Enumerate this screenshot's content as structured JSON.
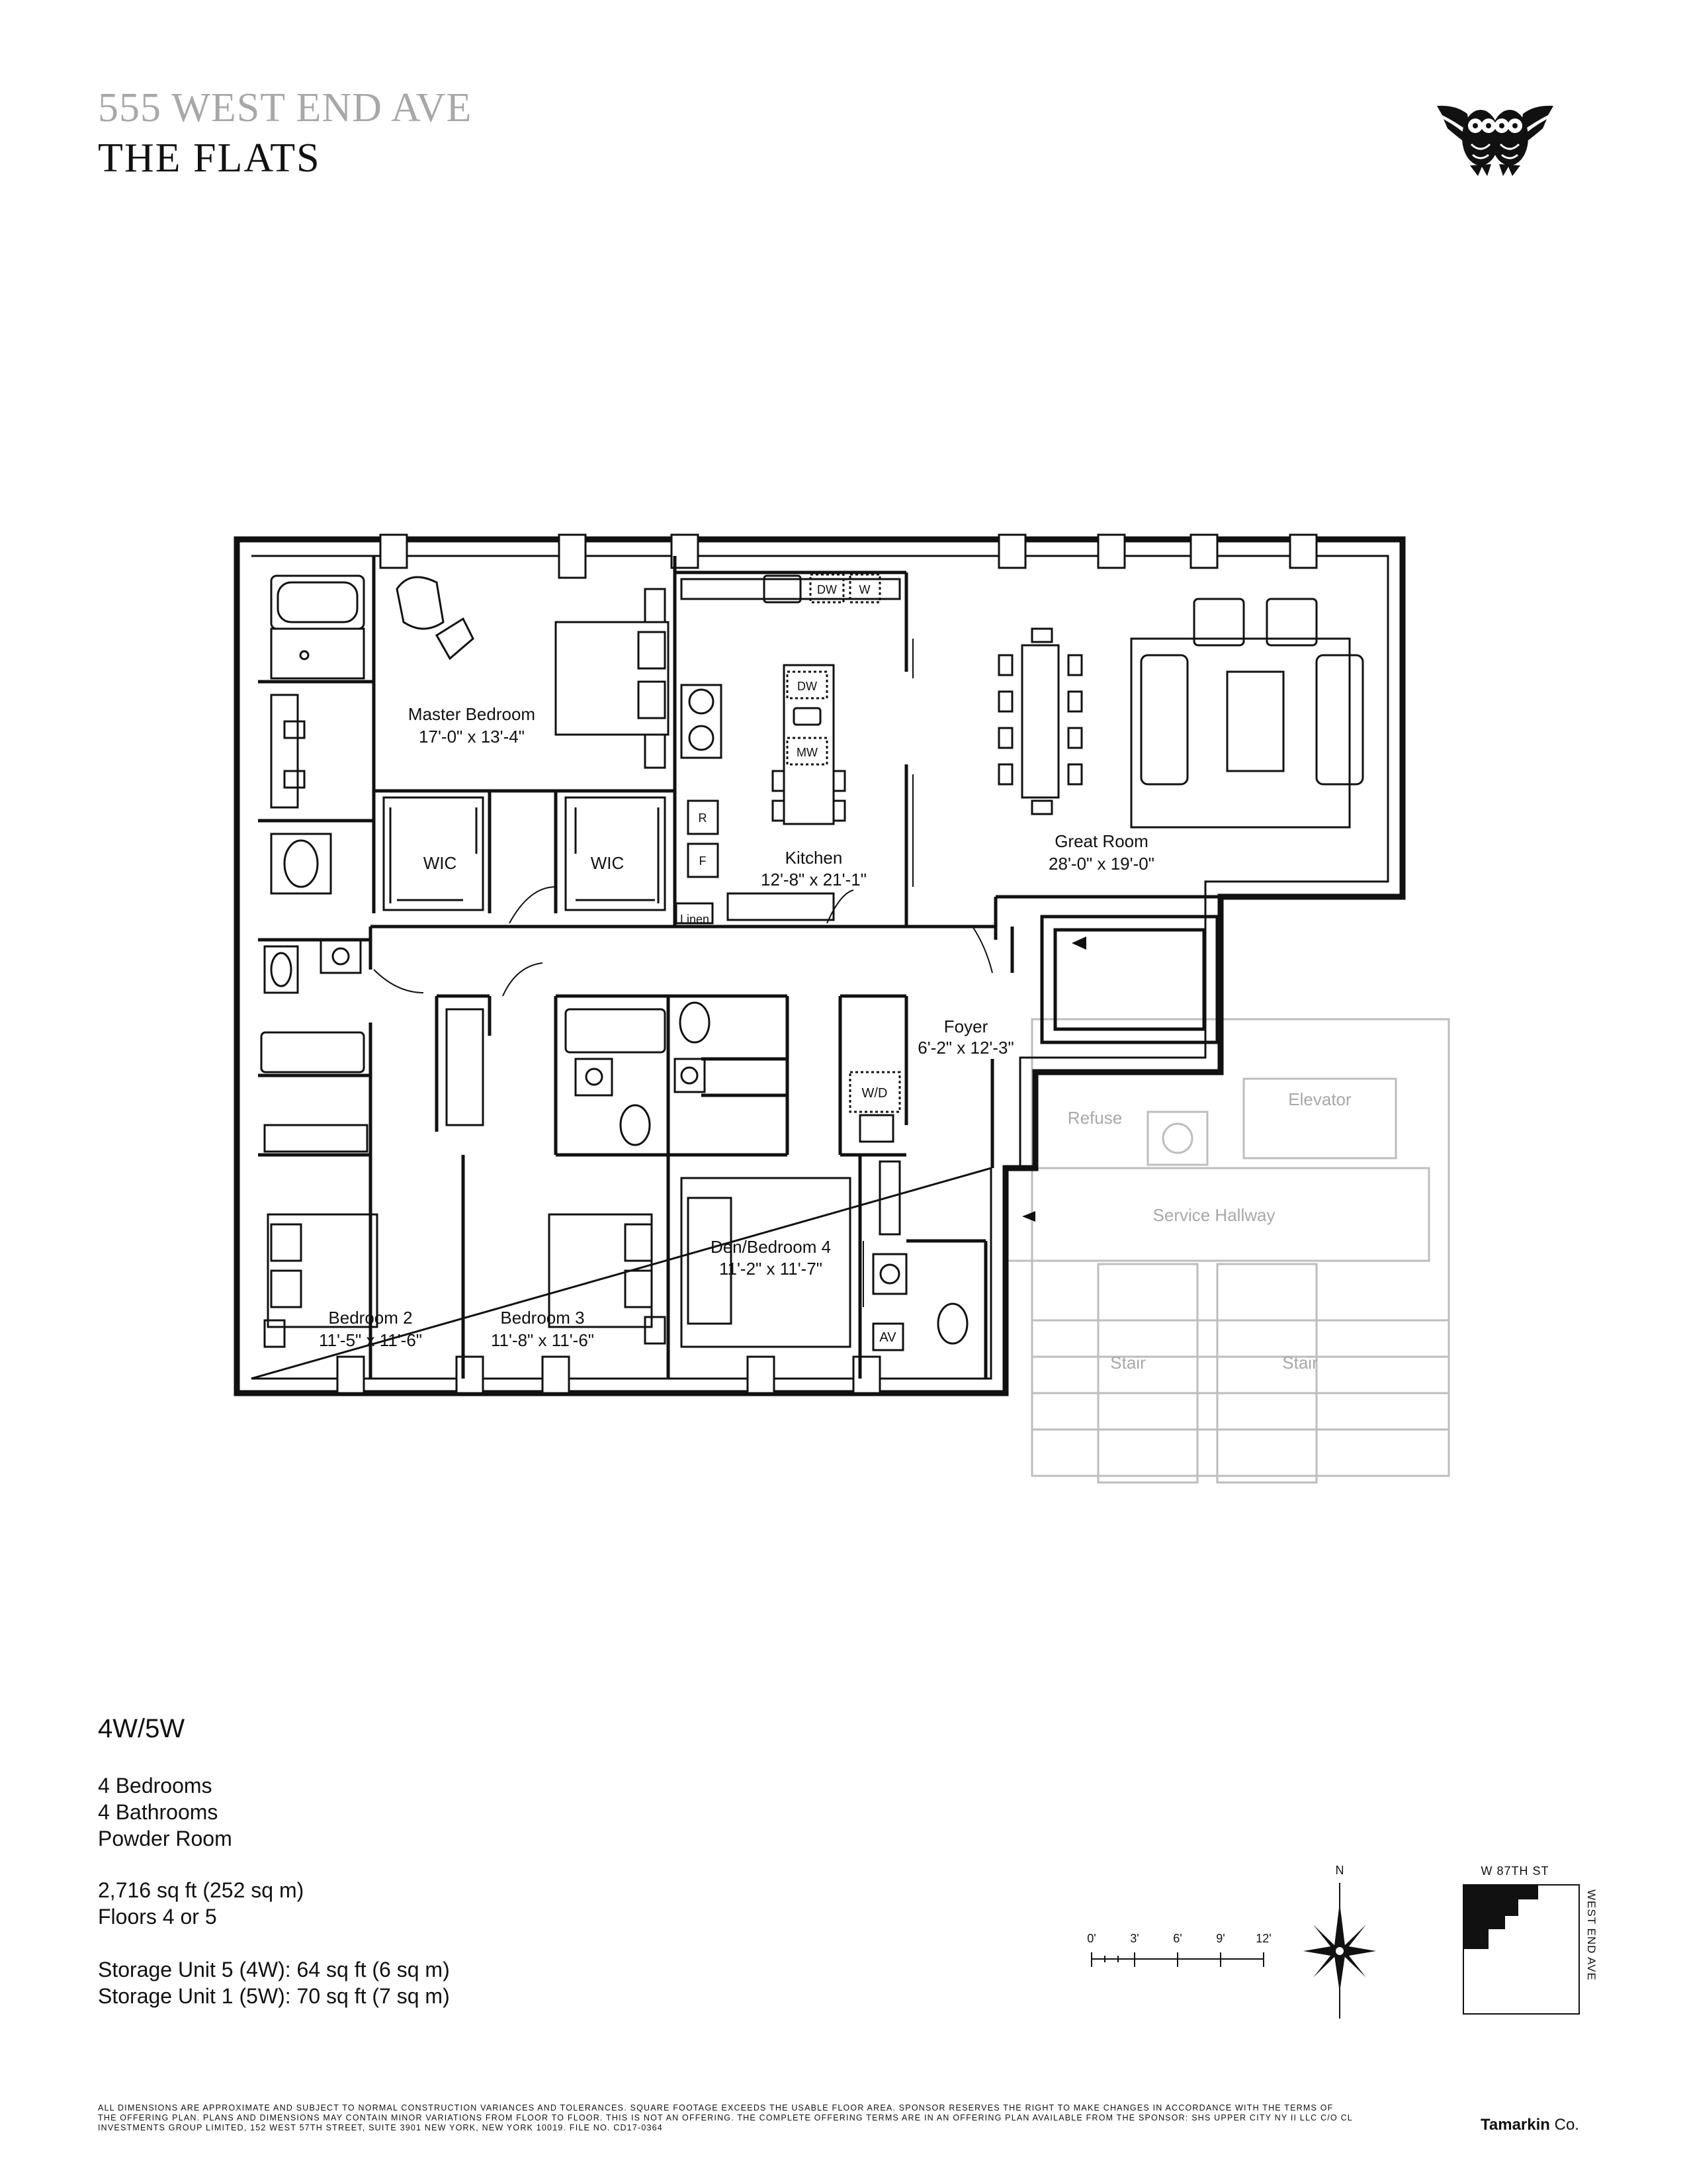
{
  "header": {
    "address": "555 WEST END AVE",
    "building": "THE FLATS"
  },
  "plan": {
    "rooms": {
      "master_bedroom": {
        "name": "Master Bedroom",
        "size": "17'-0\" x 13'-4\""
      },
      "kitchen": {
        "name": "Kitchen",
        "size": "12'-8\" x 21'-1\""
      },
      "great_room": {
        "name": "Great Room",
        "size": "28'-0\" x 19'-0\""
      },
      "foyer": {
        "name": "Foyer",
        "size": "6'-2\" x 12'-3\""
      },
      "bedroom2": {
        "name": "Bedroom 2",
        "size": "11'-5\" x 11'-6\""
      },
      "bedroom3": {
        "name": "Bedroom 3",
        "size": "11'-8\" x 11'-6\""
      },
      "den": {
        "name": "Den/Bedroom 4",
        "size": "11'-2\" x 11'-7\""
      }
    },
    "labels": {
      "wic": "WIC",
      "linen": "Linen",
      "dw": "DW",
      "w": "W",
      "mw": "MW",
      "r": "R",
      "f": "F",
      "wd": "W/D",
      "av": "AV",
      "refuse": "Refuse",
      "elevator": "Elevator",
      "service_hallway": "Service Hallway",
      "stair": "Stair"
    }
  },
  "unit": {
    "id": "4W/5W",
    "bedrooms": "4 Bedrooms",
    "bathrooms": "4 Bathrooms",
    "powder": "Powder Room",
    "area": "2,716 sq ft (252 sq m)",
    "floors": "Floors 4 or 5",
    "storage5": "Storage Unit 5 (4W): 64 sq ft (6 sq m)",
    "storage1": "Storage Unit 1 (5W): 70 sq ft (7 sq m)"
  },
  "key_plan": {
    "north": "N",
    "scale_ticks": [
      "0'",
      "3'",
      "6'",
      "9'",
      "12'"
    ],
    "street_top": "W 87TH ST",
    "street_side": "WEST END AVE"
  },
  "footer": {
    "legal": "All dimensions are approximate and subject to normal construction variances and tolerances. Square footage exceeds the usable floor area. Sponsor reserves the right to make changes in accordance with the terms of the offering plan. Plans and dimensions may contain minor variations from floor to floor. This is not an offering. The complete offering terms are in an offering plan available from the sponsor: SHS Upper City NY II LLC c/o CL Investments Group Limited, 152 West 57th Street, Suite 3901 New York, New York 10019. File No. CD17-0364",
    "firm_bold": "Tamarkin",
    "firm_rest": " Co."
  },
  "colors": {
    "ink": "#111111",
    "grey_text": "#a8a8a8",
    "service_lines": "#bdbdbd"
  },
  "icons": [
    "owl-logo-icon",
    "compass-rose-icon",
    "entry-arrow-icon"
  ]
}
